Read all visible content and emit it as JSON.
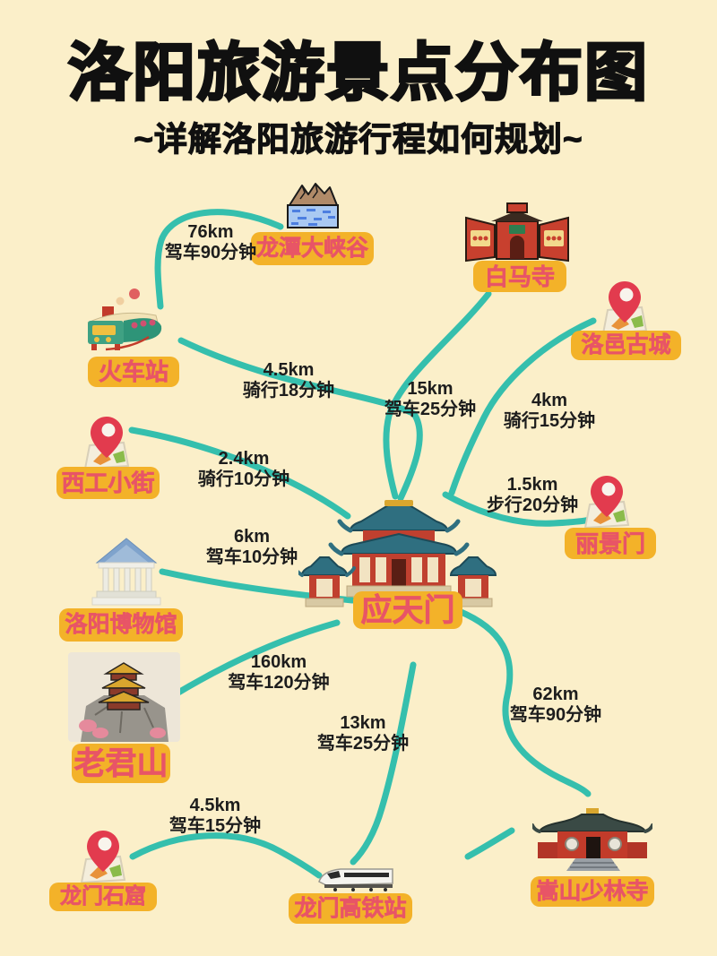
{
  "page": {
    "title": "洛阳旅游景点分布图",
    "subtitle": "~详解洛阳旅游行程如何规划~"
  },
  "colors": {
    "background": "#FBEFC9",
    "route_line": "#35BFAD",
    "label_background": "#F3B229",
    "label_text": "#E85566",
    "title_text": "#101010",
    "route_text": "#1D1D1D"
  },
  "locations": [
    {
      "name": "龙潭大峡谷",
      "icon": "canyon-icon"
    },
    {
      "name": "白马寺",
      "icon": "temple-gate-icon"
    },
    {
      "name": "洛邑古城",
      "icon": "map-pin-icon"
    },
    {
      "name": "火车站",
      "icon": "steam-train-icon"
    },
    {
      "name": "西工小街",
      "icon": "map-pin-icon"
    },
    {
      "name": "丽景门",
      "icon": "map-pin-icon"
    },
    {
      "name": "洛阳博物馆",
      "icon": "museum-icon"
    },
    {
      "name": "应天门",
      "icon": "palace-icon"
    },
    {
      "name": "老君山",
      "icon": "mountain-temple-photo"
    },
    {
      "name": "龙门石窟",
      "icon": "map-pin-icon"
    },
    {
      "name": "龙门高铁站",
      "icon": "bullet-train-icon"
    },
    {
      "name": "嵩山少林寺",
      "icon": "shaolin-temple-icon"
    }
  ],
  "routes": [
    {
      "from": "火车站",
      "to": "龙潭大峡谷",
      "distance": "76km",
      "travel": "驾车90分钟"
    },
    {
      "from": "火车站",
      "to": "应天门",
      "distance": "4.5km",
      "travel": "骑行18分钟"
    },
    {
      "from": "应天门",
      "to": "白马寺",
      "distance": "15km",
      "travel": "驾车25分钟"
    },
    {
      "from": "应天门",
      "to": "洛邑古城",
      "distance": "4km",
      "travel": "骑行15分钟"
    },
    {
      "from": "应天门",
      "to": "丽景门",
      "distance": "1.5km",
      "travel": "步行20分钟"
    },
    {
      "from": "西工小街",
      "to": "应天门",
      "distance": "2.4km",
      "travel": "骑行10分钟"
    },
    {
      "from": "洛阳博物馆",
      "to": "应天门",
      "distance": "6km",
      "travel": "驾车10分钟"
    },
    {
      "from": "老君山",
      "to": "应天门",
      "distance": "160km",
      "travel": "驾车120分钟"
    },
    {
      "from": "应天门",
      "to": "龙门高铁站",
      "distance": "13km",
      "travel": "驾车25分钟"
    },
    {
      "from": "应天门",
      "to": "嵩山少林寺",
      "distance": "62km",
      "travel": "驾车90分钟"
    },
    {
      "from": "龙门石窟",
      "to": "龙门高铁站",
      "distance": "4.5km",
      "travel": "驾车15分钟"
    }
  ]
}
